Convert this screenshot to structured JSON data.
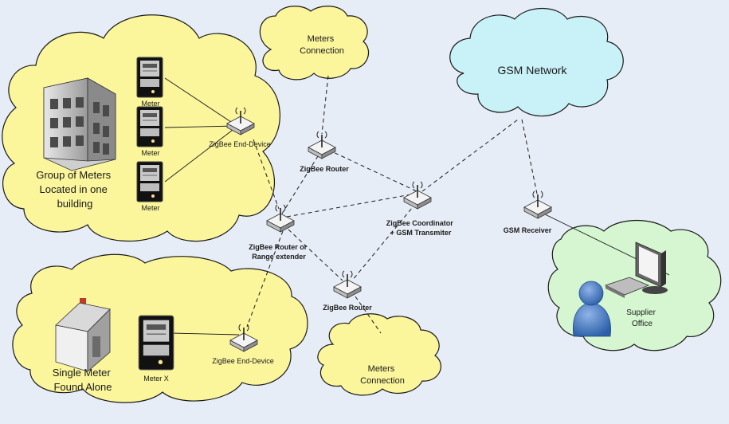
{
  "clouds": {
    "meters_connection_top": [
      "Meters",
      "Connection"
    ],
    "gsm_network": "GSM Network",
    "group_meters": [
      "Group of Meters",
      "Located in one",
      "building"
    ],
    "single_meter": [
      "Single Meter",
      "Found Alone"
    ],
    "meters_connection_bottom": [
      "Meters",
      "Connection"
    ],
    "supplier": [
      "Supplier",
      "Office"
    ]
  },
  "meters": {
    "meter_1": "Meter",
    "meter_2": "Meter",
    "meter_3": "Meter",
    "meter_x": "Meter X"
  },
  "devices": {
    "end_device_top": "ZigBee End-Device",
    "end_device_bottom": "ZigBee End-Device",
    "router_top": "ZigBee Router",
    "router_extender": [
      "ZigBee Router or",
      "Range extender"
    ],
    "router_bottom": "ZigBee Router",
    "coordinator": [
      "ZigBee Coordinator",
      "+ GSM Transmiter"
    ],
    "gsm_receiver": "GSM Receiver"
  },
  "colors": {
    "background": "#e7edf6",
    "yellow_cloud": "#fbf59c",
    "blue_cloud": "#c9f1f8",
    "green_cloud": "#d5f6d0",
    "cloud_outline": "#1a1a1a"
  }
}
